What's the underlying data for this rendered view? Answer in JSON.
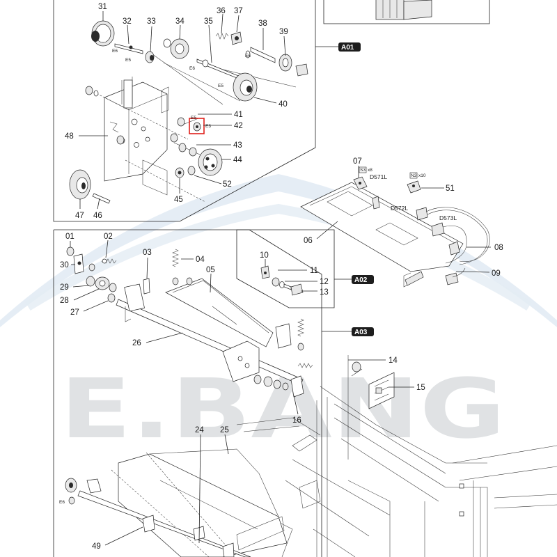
{
  "watermark": "E.BANG",
  "section_tags": [
    "A01",
    "A02",
    "A03"
  ],
  "callouts": [
    "31",
    "32",
    "33",
    "34",
    "35",
    "36",
    "37",
    "38",
    "39",
    "40",
    "41",
    "42",
    "43",
    "44",
    "45",
    "46",
    "47",
    "48",
    "52",
    "01",
    "02",
    "03",
    "04",
    "05",
    "06",
    "07",
    "08",
    "09",
    "10",
    "11",
    "12",
    "13",
    "14",
    "15",
    "16",
    "24",
    "25",
    "26",
    "27",
    "28",
    "29",
    "30",
    "49",
    "51"
  ],
  "small_labels": {
    "e6_a": "E6",
    "e5_a": "E5",
    "e6_b": "E6",
    "e5_b": "E5",
    "e6_c": "E6",
    "e5_c": "E5",
    "e3": "E3",
    "e6_d": "E6",
    "s3": "S3",
    "s3_qty": "x8",
    "n3": "N3",
    "n3_qty": "x10",
    "d571l": "D571L",
    "d572l": "D572L",
    "d573l": "D573L"
  }
}
